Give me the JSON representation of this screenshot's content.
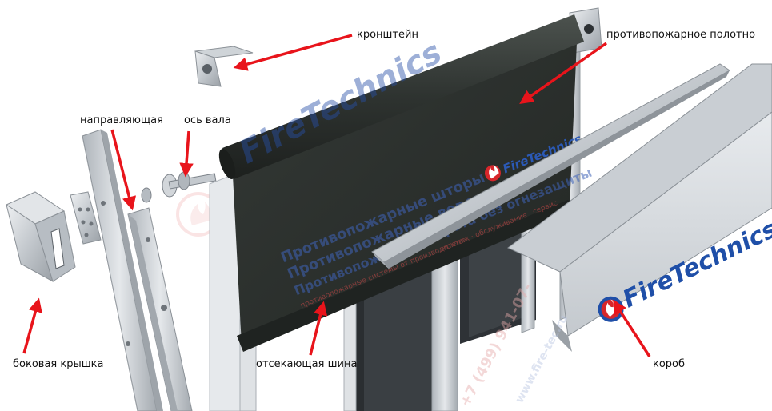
{
  "labels": {
    "bracket": "кронштейн",
    "fire_curtain": "противопожарное полотно",
    "guide": "направляющая",
    "shaft_axis": "ось вала",
    "side_cover": "боковая крышка",
    "cutoff_bar": "отсекающая шина",
    "housing": "короб"
  },
  "branding": {
    "logo_text": "FireTechnics",
    "curtain_print_lines": [
      "Противопожарные шторы",
      "Противопожарные ворота",
      "Противопожарные ворота без огнезащиты"
    ],
    "curtain_small_lines": [
      "противопожарные системы от производителя",
      "монтаж · обслуживание · сервис"
    ],
    "phone": "+7 (499) 941-07-",
    "url": "www.fire-tec.ru"
  },
  "colors": {
    "arrow": "#e8141b",
    "curtain": "#2a2e2b",
    "metal_light": "#d9dde0",
    "metal_mid": "#b9bfc4",
    "metal_dark": "#8b9197",
    "logo_blue": "#1f4fa8",
    "logo_red": "#d7262b"
  }
}
